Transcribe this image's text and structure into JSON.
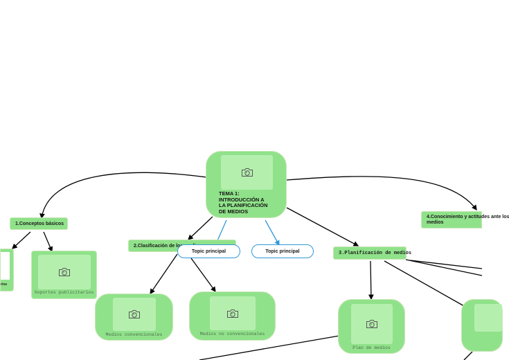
{
  "central": {
    "title": "TEMA 1:\nINTRODUCCIÓN A\nLA PLANIFICACIÓN\nDE MEDIOS",
    "icon": "camera-icon"
  },
  "branches": {
    "conceptos": "1.Conceptos básicos",
    "clasificacion": "2.Clasificación de los medios",
    "planificacion": "3.Planificación de medios",
    "conocimiento": "4.Conocimiento y actitudes ante los\nmedios"
  },
  "topics": {
    "topic_a": "Topic principal",
    "topic_b": "Topic principal"
  },
  "images": {
    "soportes": "Soportes publicitarios",
    "convencionales": "Medios convencionales",
    "no_convencionales": "Medios no convencionales",
    "plan": "Plan de medios",
    "left_partial": "rios"
  },
  "colors": {
    "node_fill": "#90e28a",
    "photo_fill": "#b5efae",
    "topic_border": "#2f98d8",
    "connector": "#000000",
    "blue_connector": "#2f98d8"
  }
}
